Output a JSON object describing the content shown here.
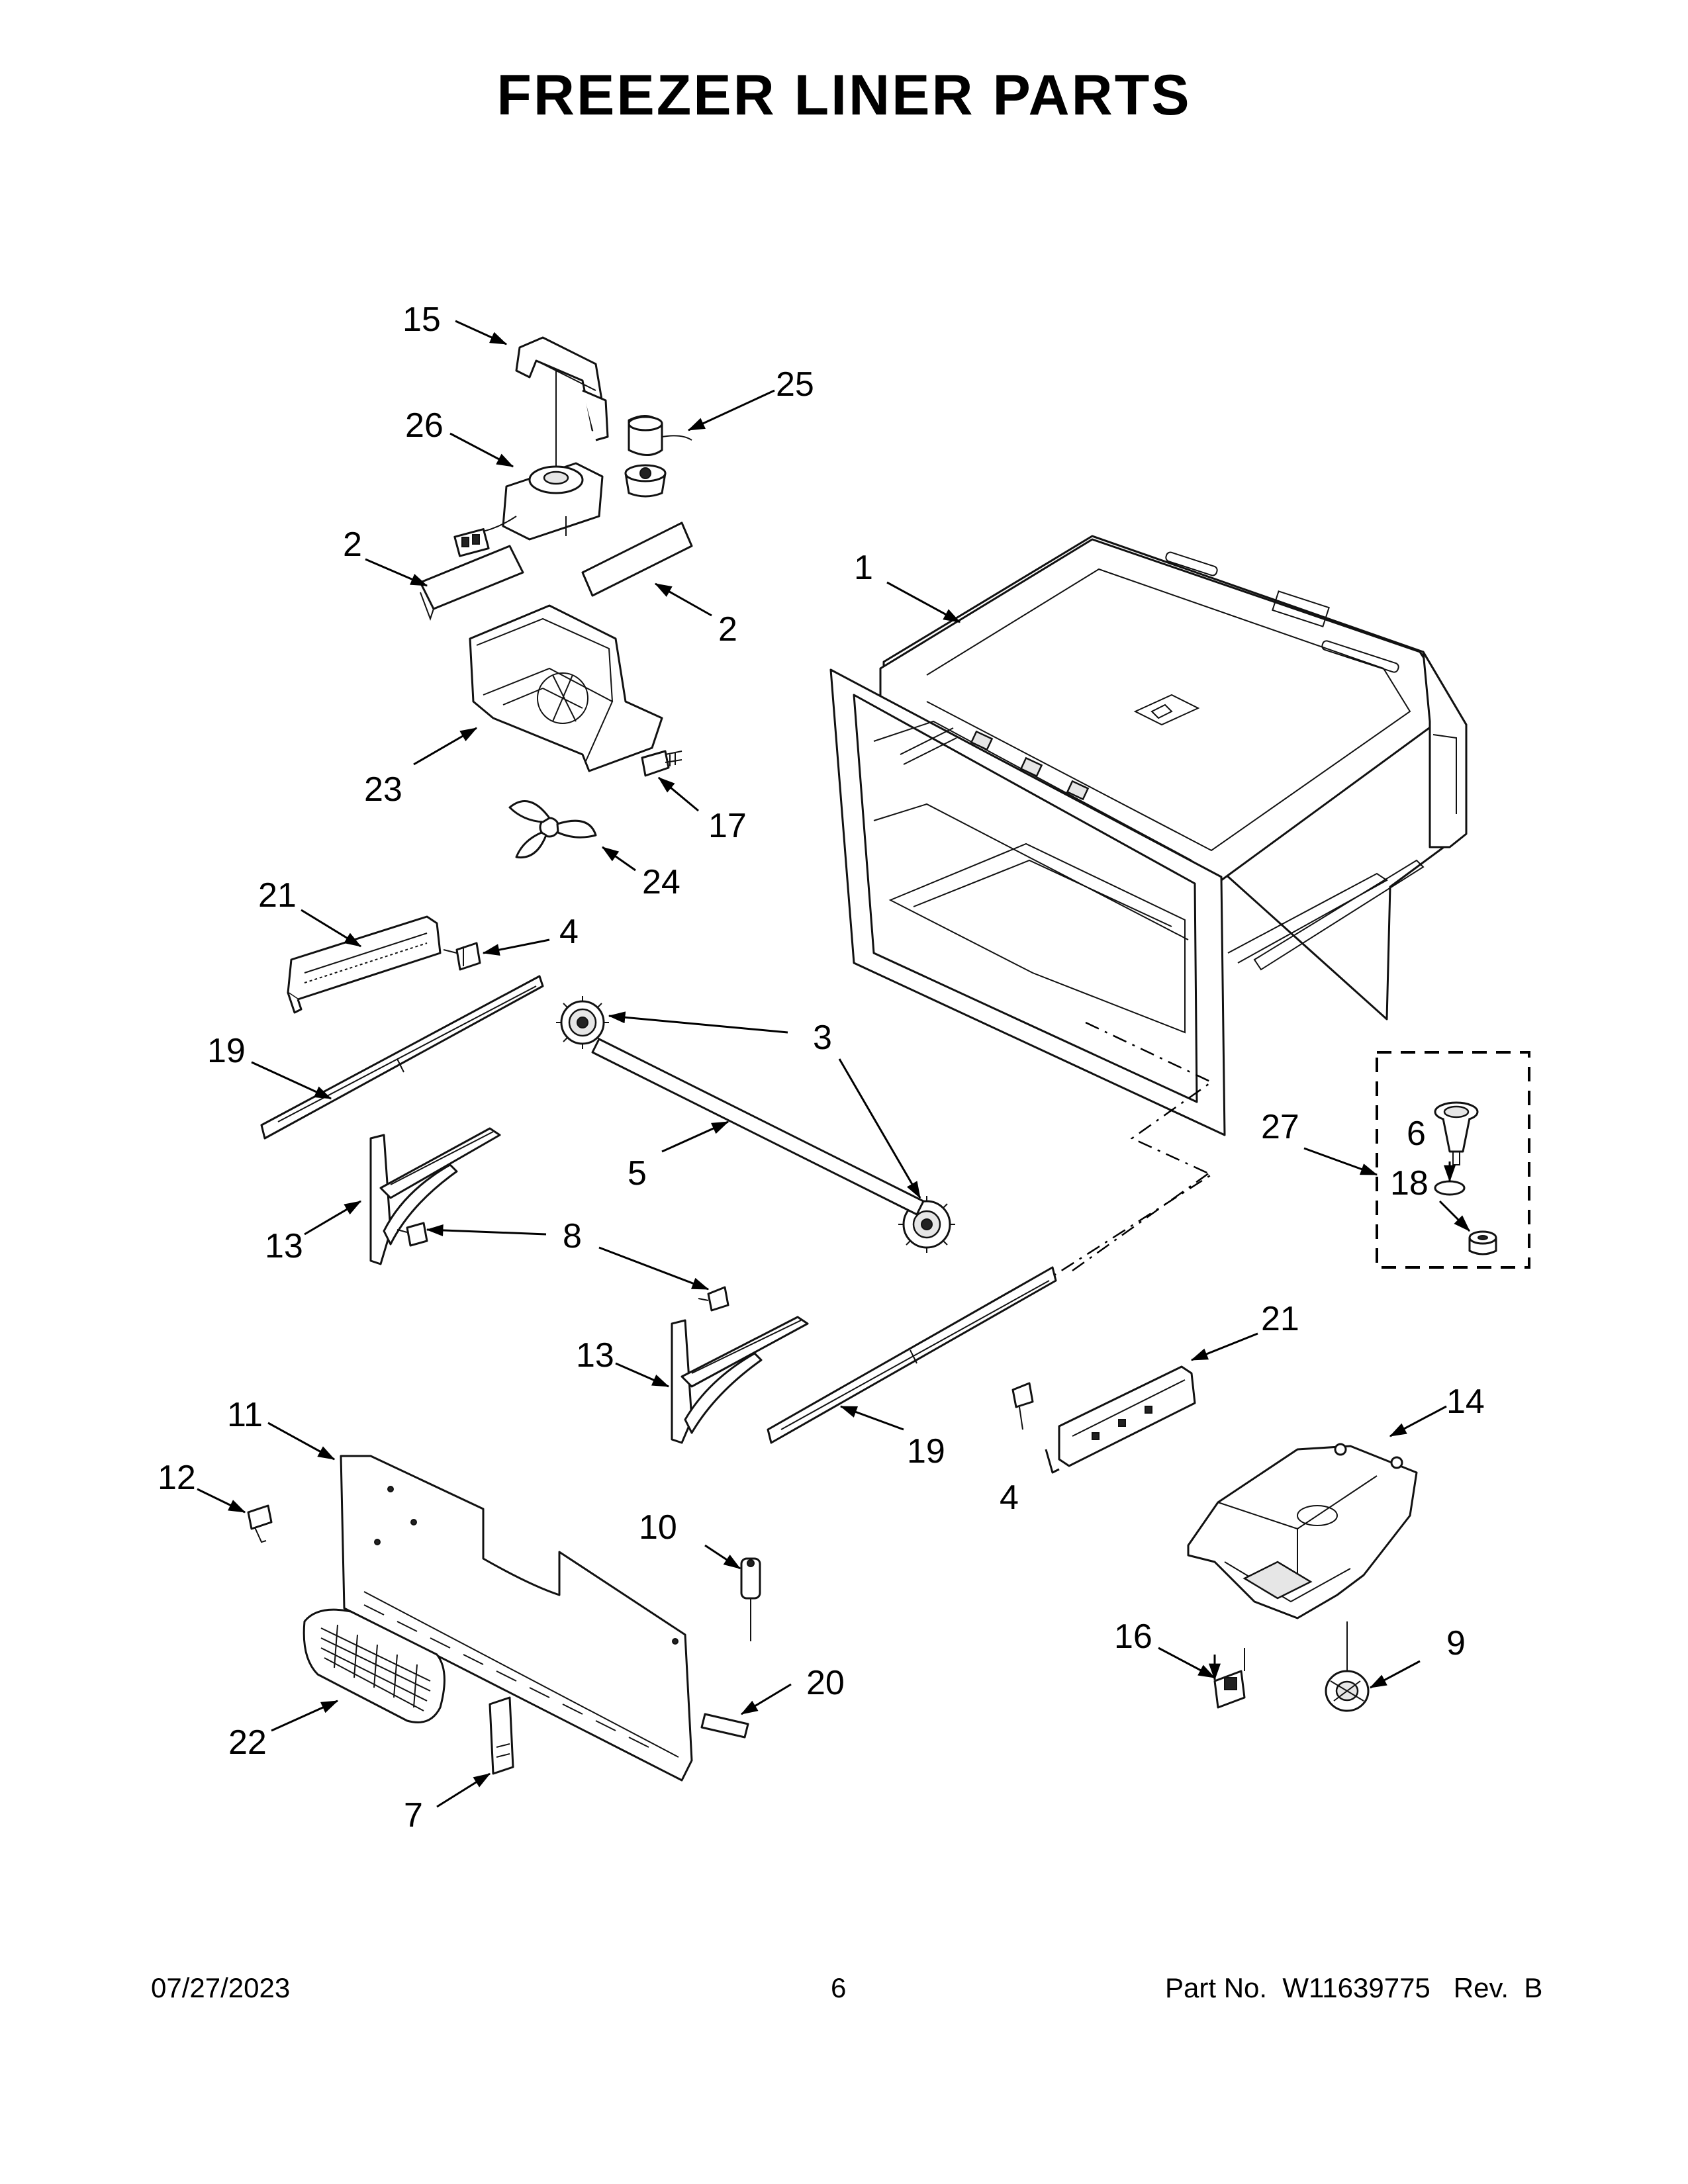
{
  "title": "FREEZER LINER PARTS",
  "callouts": {
    "c1": "1",
    "c2a": "2",
    "c2b": "2",
    "c3": "3",
    "c4a": "4",
    "c4b": "4",
    "c5": "5",
    "c6": "6",
    "c7": "7",
    "c8": "8",
    "c9": "9",
    "c10": "10",
    "c11": "11",
    "c12": "12",
    "c13a": "13",
    "c13b": "13",
    "c14": "14",
    "c15": "15",
    "c16": "16",
    "c17": "17",
    "c18": "18",
    "c19a": "19",
    "c19b": "19",
    "c20": "20",
    "c21a": "21",
    "c21b": "21",
    "c22": "22",
    "c23": "23",
    "c24": "24",
    "c25": "25",
    "c26": "26",
    "c27": "27"
  },
  "footer": {
    "date": "07/27/2023",
    "page": "6",
    "part_no": "Part No.  W11639775   Rev.  B"
  }
}
